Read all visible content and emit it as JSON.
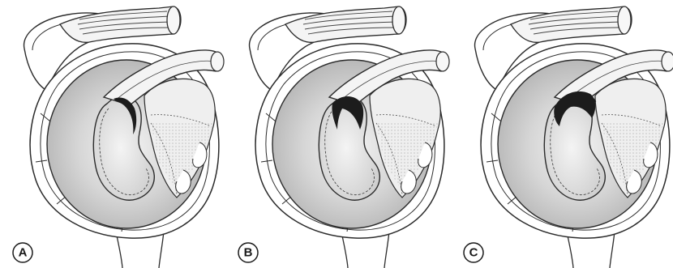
{
  "figure": {
    "panels": [
      {
        "label": "A"
      },
      {
        "label": "B"
      },
      {
        "label": "C"
      }
    ]
  },
  "colors": {
    "outline": "#2b2b2b",
    "fill_dark": "#b9b9b9",
    "fill_mid": "#d3d3d3",
    "fill_light": "#eeeeee",
    "lesion": "#1c1c1c",
    "background": "#ffffff"
  }
}
